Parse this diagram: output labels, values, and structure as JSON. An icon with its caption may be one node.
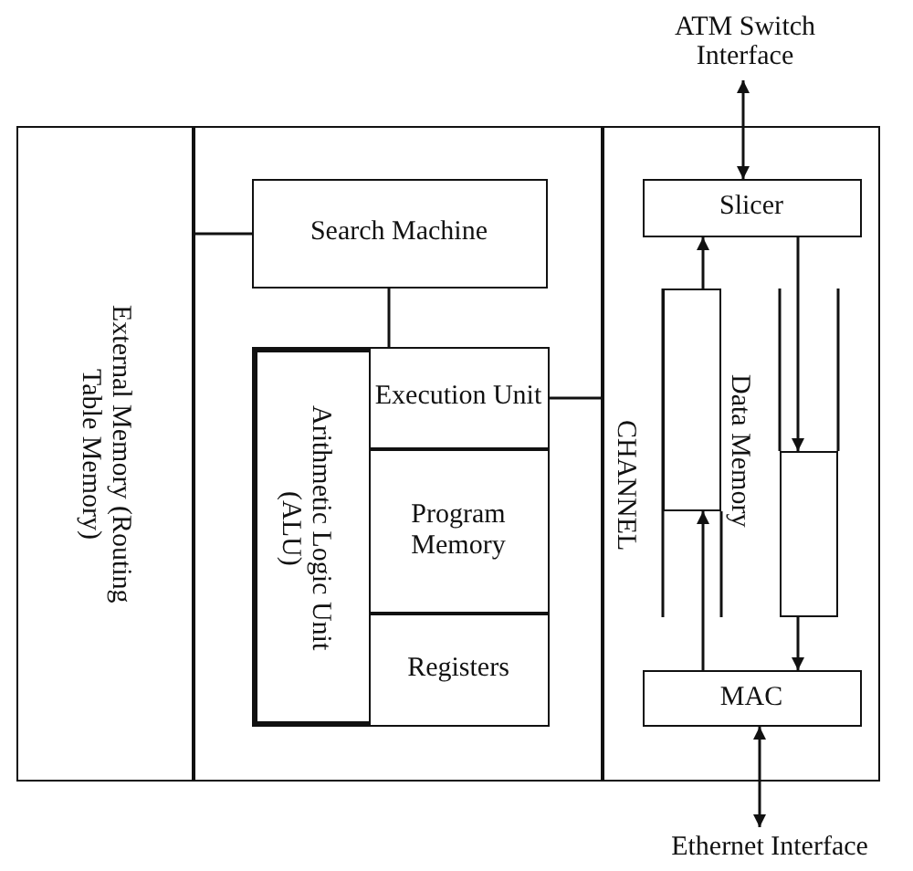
{
  "diagram": {
    "nodes": [
      {
        "text": [
          "External Memory (Routing Table Memory)"
        ]
      },
      {
        "text": [],
        "shape": "box"
      },
      {
        "text": [
          "CHANNEL"
        ]
      },
      {
        "text": [
          "Search Machine"
        ],
        "in": 1
      },
      {
        "text": [
          "Arithmetic Logic Unit (ALU)"
        ],
        "in": 1
      },
      {
        "text": [
          "Execution Unit"
        ],
        "in": 4
      },
      {
        "text": [
          "Program Memory"
        ],
        "in": 4
      },
      {
        "text": [
          "Registers"
        ],
        "in": 4
      },
      {
        "text": [
          "ATM Switch Interface"
        ]
      },
      {
        "text": [
          "Slicer"
        ],
        "in": 2
      },
      {
        "text": [],
        "shape": "box",
        "in": 2
      },
      {
        "text": [],
        "shape": "box",
        "in": 2
      },
      {
        "text": [
          "MAC"
        ],
        "in": 2
      },
      {
        "text": [
          "Ethernet Interface"
        ]
      }
    ],
    "edges": [
      {
        "from": 0,
        "to": 3,
        "arrow": "none"
      },
      {
        "from": 3,
        "to": 4,
        "arrow": "none"
      },
      {
        "from": 5,
        "to": 2,
        "arrow": "none"
      },
      {
        "from": 8,
        "to": 9,
        "arrow": "both"
      },
      {
        "from": 10,
        "to": 9,
        "arrow": "to"
      },
      {
        "from": 9,
        "to": 11,
        "arrow": "to"
      },
      {
        "from": 11,
        "to": 12,
        "arrow": "to"
      },
      {
        "from": 12,
        "to": 10,
        "arrow": "to"
      },
      {
        "from": 12,
        "to": 13,
        "arrow": "both"
      }
    ],
    "labels": [
      "Data Memory"
    ]
  }
}
